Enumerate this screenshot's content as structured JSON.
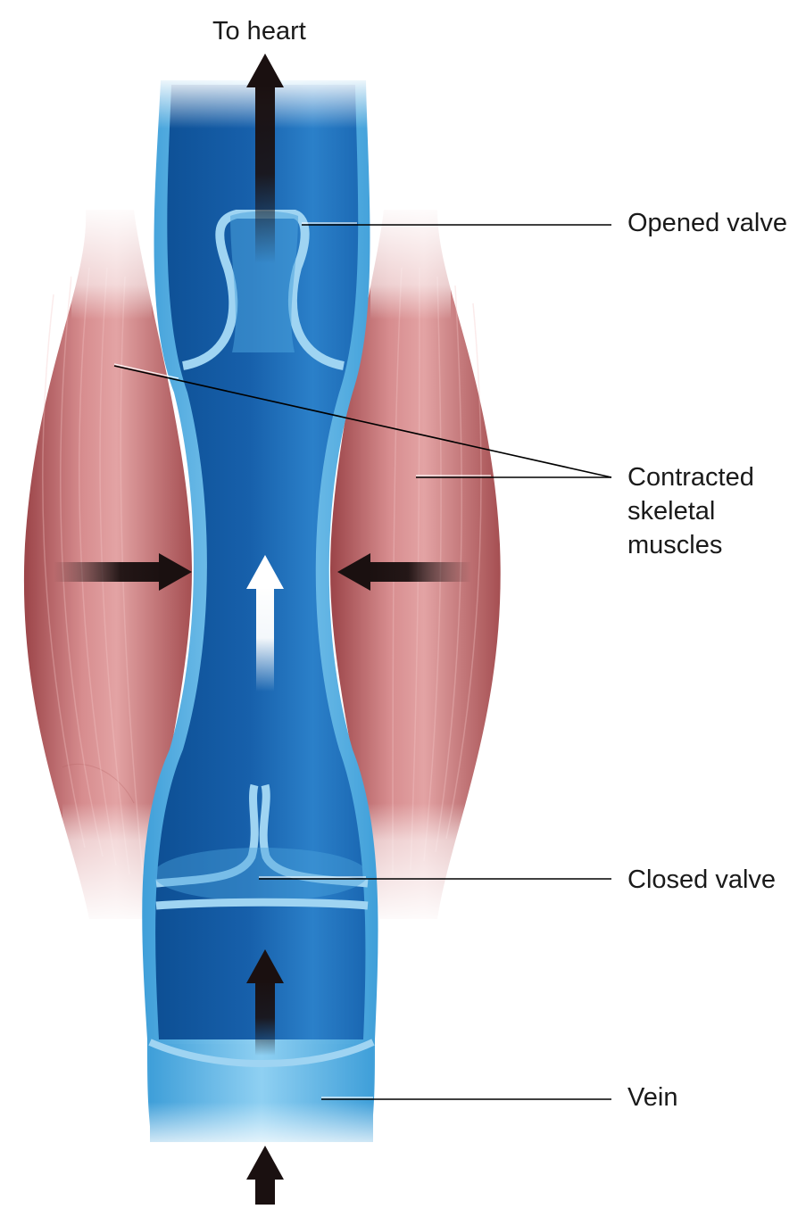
{
  "labels": {
    "to_heart": "To heart",
    "opened_valve": "Opened valve",
    "contracted_muscles": "Contracted\nskeletal\nmuscles",
    "closed_valve": "Closed valve",
    "vein": "Vein"
  },
  "colors": {
    "vein_dark": "#0d4f94",
    "vein_mid": "#1b6fbf",
    "vein_light": "#5fb3e6",
    "vein_wall": "#9fd4f2",
    "muscle_dark": "#9b4448",
    "muscle_light": "#e3a3a4",
    "arrow_dark": "#1a1010",
    "leader_line": "#000000"
  }
}
